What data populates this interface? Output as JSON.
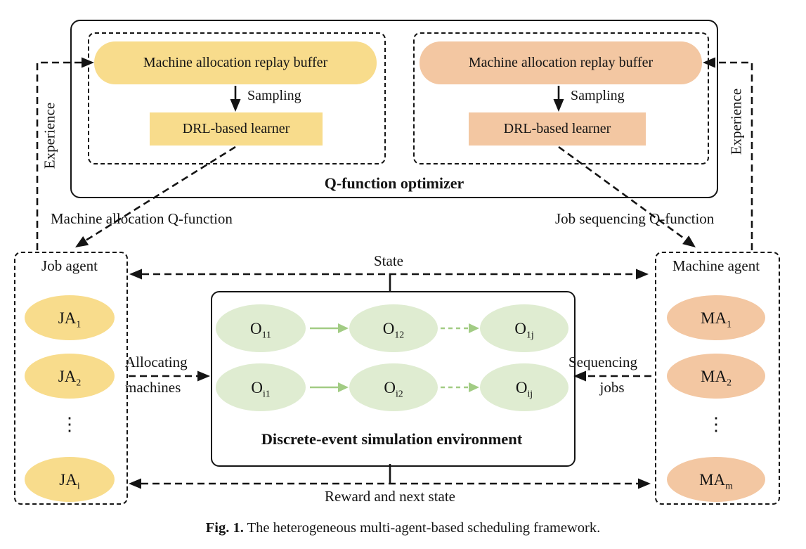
{
  "caption": {
    "bold": "Fig. 1.",
    "text": " The heterogeneous multi-agent-based scheduling framework."
  },
  "optimizer": {
    "title": "Q-function optimizer",
    "left": {
      "buffer": "Machine allocation replay buffer",
      "sampling": "Sampling",
      "learner": "DRL-based learner"
    },
    "right": {
      "buffer": "Machine allocation replay buffer",
      "sampling": "Sampling",
      "learner": "DRL-based learner"
    }
  },
  "labels": {
    "experience_left": "Experience",
    "experience_right": "Experience",
    "machine_allocation_q": "Machine allocation Q-function",
    "job_sequencing_q": "Job sequencing Q-function",
    "state": "State",
    "allocating_line1": "Allocating",
    "allocating_line2": "machines",
    "sequencing_line1": "Sequencing",
    "sequencing_line2": "jobs",
    "reward": "Reward and next state"
  },
  "job_agent": {
    "title": "Job agent",
    "dots": "⋮",
    "nodes": [
      {
        "base": "JA",
        "sub": "1"
      },
      {
        "base": "JA",
        "sub": "2"
      },
      {
        "base": "JA",
        "sub": "i"
      }
    ]
  },
  "machine_agent": {
    "title": "Machine agent",
    "dots": "⋮",
    "nodes": [
      {
        "base": "MA",
        "sub": "1"
      },
      {
        "base": "MA",
        "sub": "2"
      },
      {
        "base": "MA",
        "sub": "m"
      }
    ]
  },
  "environment": {
    "title": "Discrete-event simulation environment",
    "rows": [
      [
        {
          "base": "O",
          "sub": "11"
        },
        {
          "base": "O",
          "sub": "12"
        },
        {
          "base": "O",
          "sub": "1j"
        }
      ],
      [
        {
          "base": "O",
          "sub": "i1"
        },
        {
          "base": "O",
          "sub": "i2"
        },
        {
          "base": "O",
          "sub": "ij"
        }
      ]
    ]
  },
  "colors": {
    "yellow": "#F8DC8C",
    "salmon": "#F3C7A2",
    "green_fill": "#DFECD1",
    "green_arrow": "#A2CC84",
    "line": "#141414"
  }
}
